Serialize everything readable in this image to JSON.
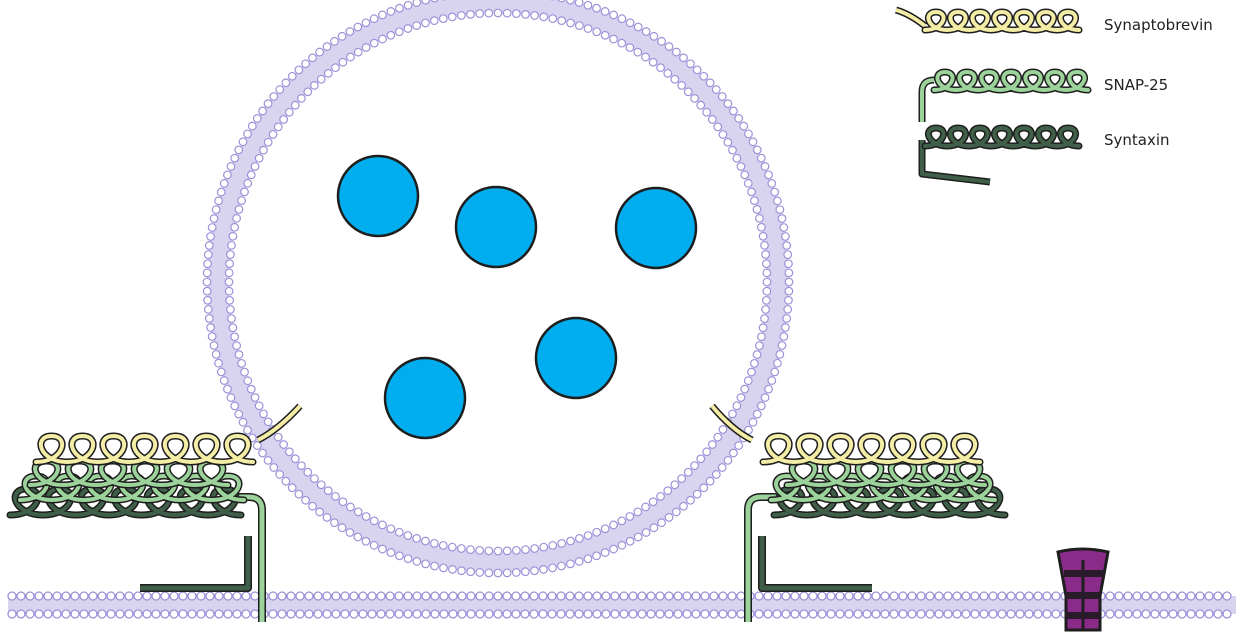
{
  "legend": {
    "items": [
      {
        "label": "Synaptobrevin",
        "color": "#f4eda6",
        "icon": "synaptobrevin-coil-icon"
      },
      {
        "label": "SNAP-25",
        "color": "#9bd39a",
        "icon": "snap25-coil-icon"
      },
      {
        "label": "Syntaxin",
        "color": "#3f5f48",
        "icon": "syntaxin-coil-icon"
      }
    ]
  },
  "colors": {
    "lipid_head": "#9a92d8",
    "lipid_tail": "#b8b2e0",
    "vesicle_cargo": "#00aeef",
    "channel": "#8a2b8a",
    "channel_dark": "#2a1b2a",
    "outline": "#1e1e1e"
  }
}
